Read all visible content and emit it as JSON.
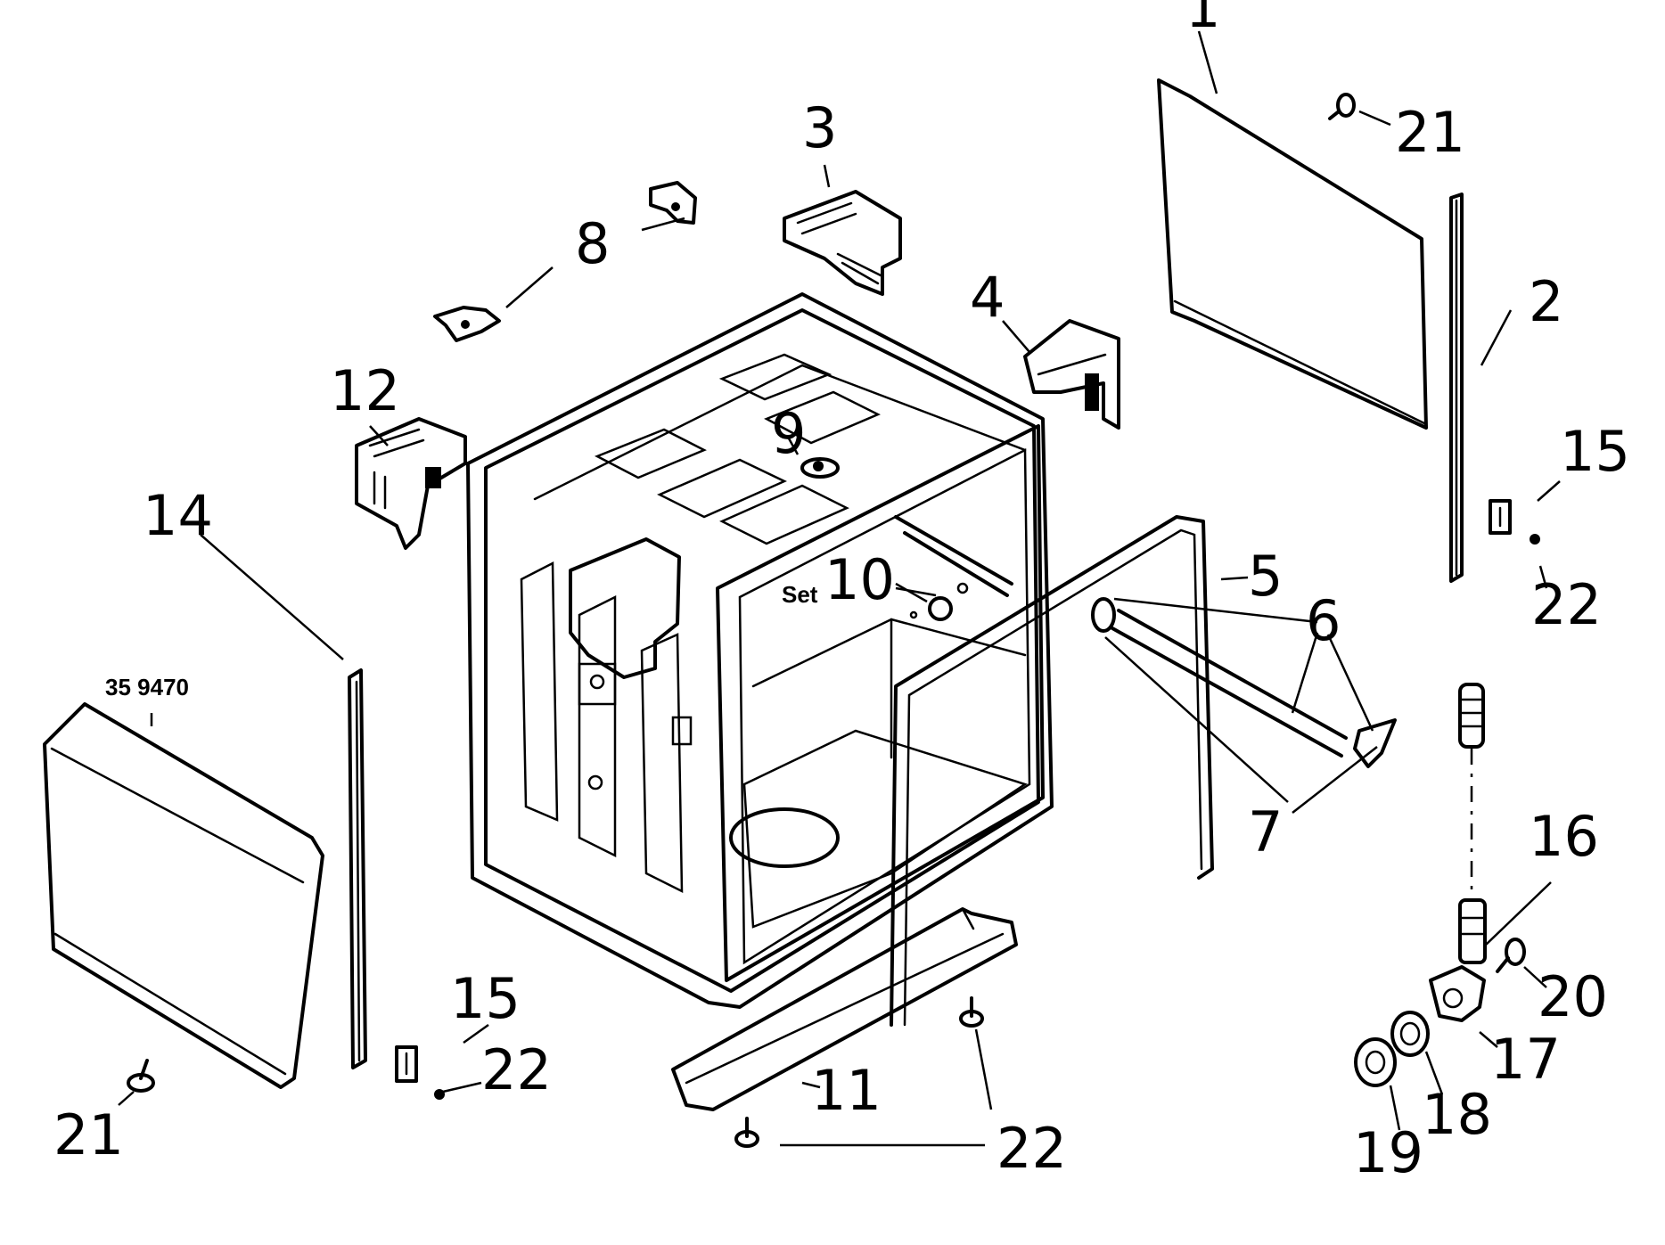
{
  "diagram": {
    "model_label": "35 9470",
    "set_label": "Set",
    "callouts": {
      "c1": "1",
      "c2": "2",
      "c3": "3",
      "c4": "4",
      "c5": "5",
      "c6": "6",
      "c7": "7",
      "c8": "8",
      "c9": "9",
      "c10": "10",
      "c11": "11",
      "c12": "12",
      "c14": "14",
      "c15a": "15",
      "c15b": "15",
      "c16": "16",
      "c17": "17",
      "c18": "18",
      "c19": "19",
      "c20": "20",
      "c21a": "21",
      "c21b": "21",
      "c22a": "22",
      "c22b": "22",
      "c22c": "22"
    }
  }
}
